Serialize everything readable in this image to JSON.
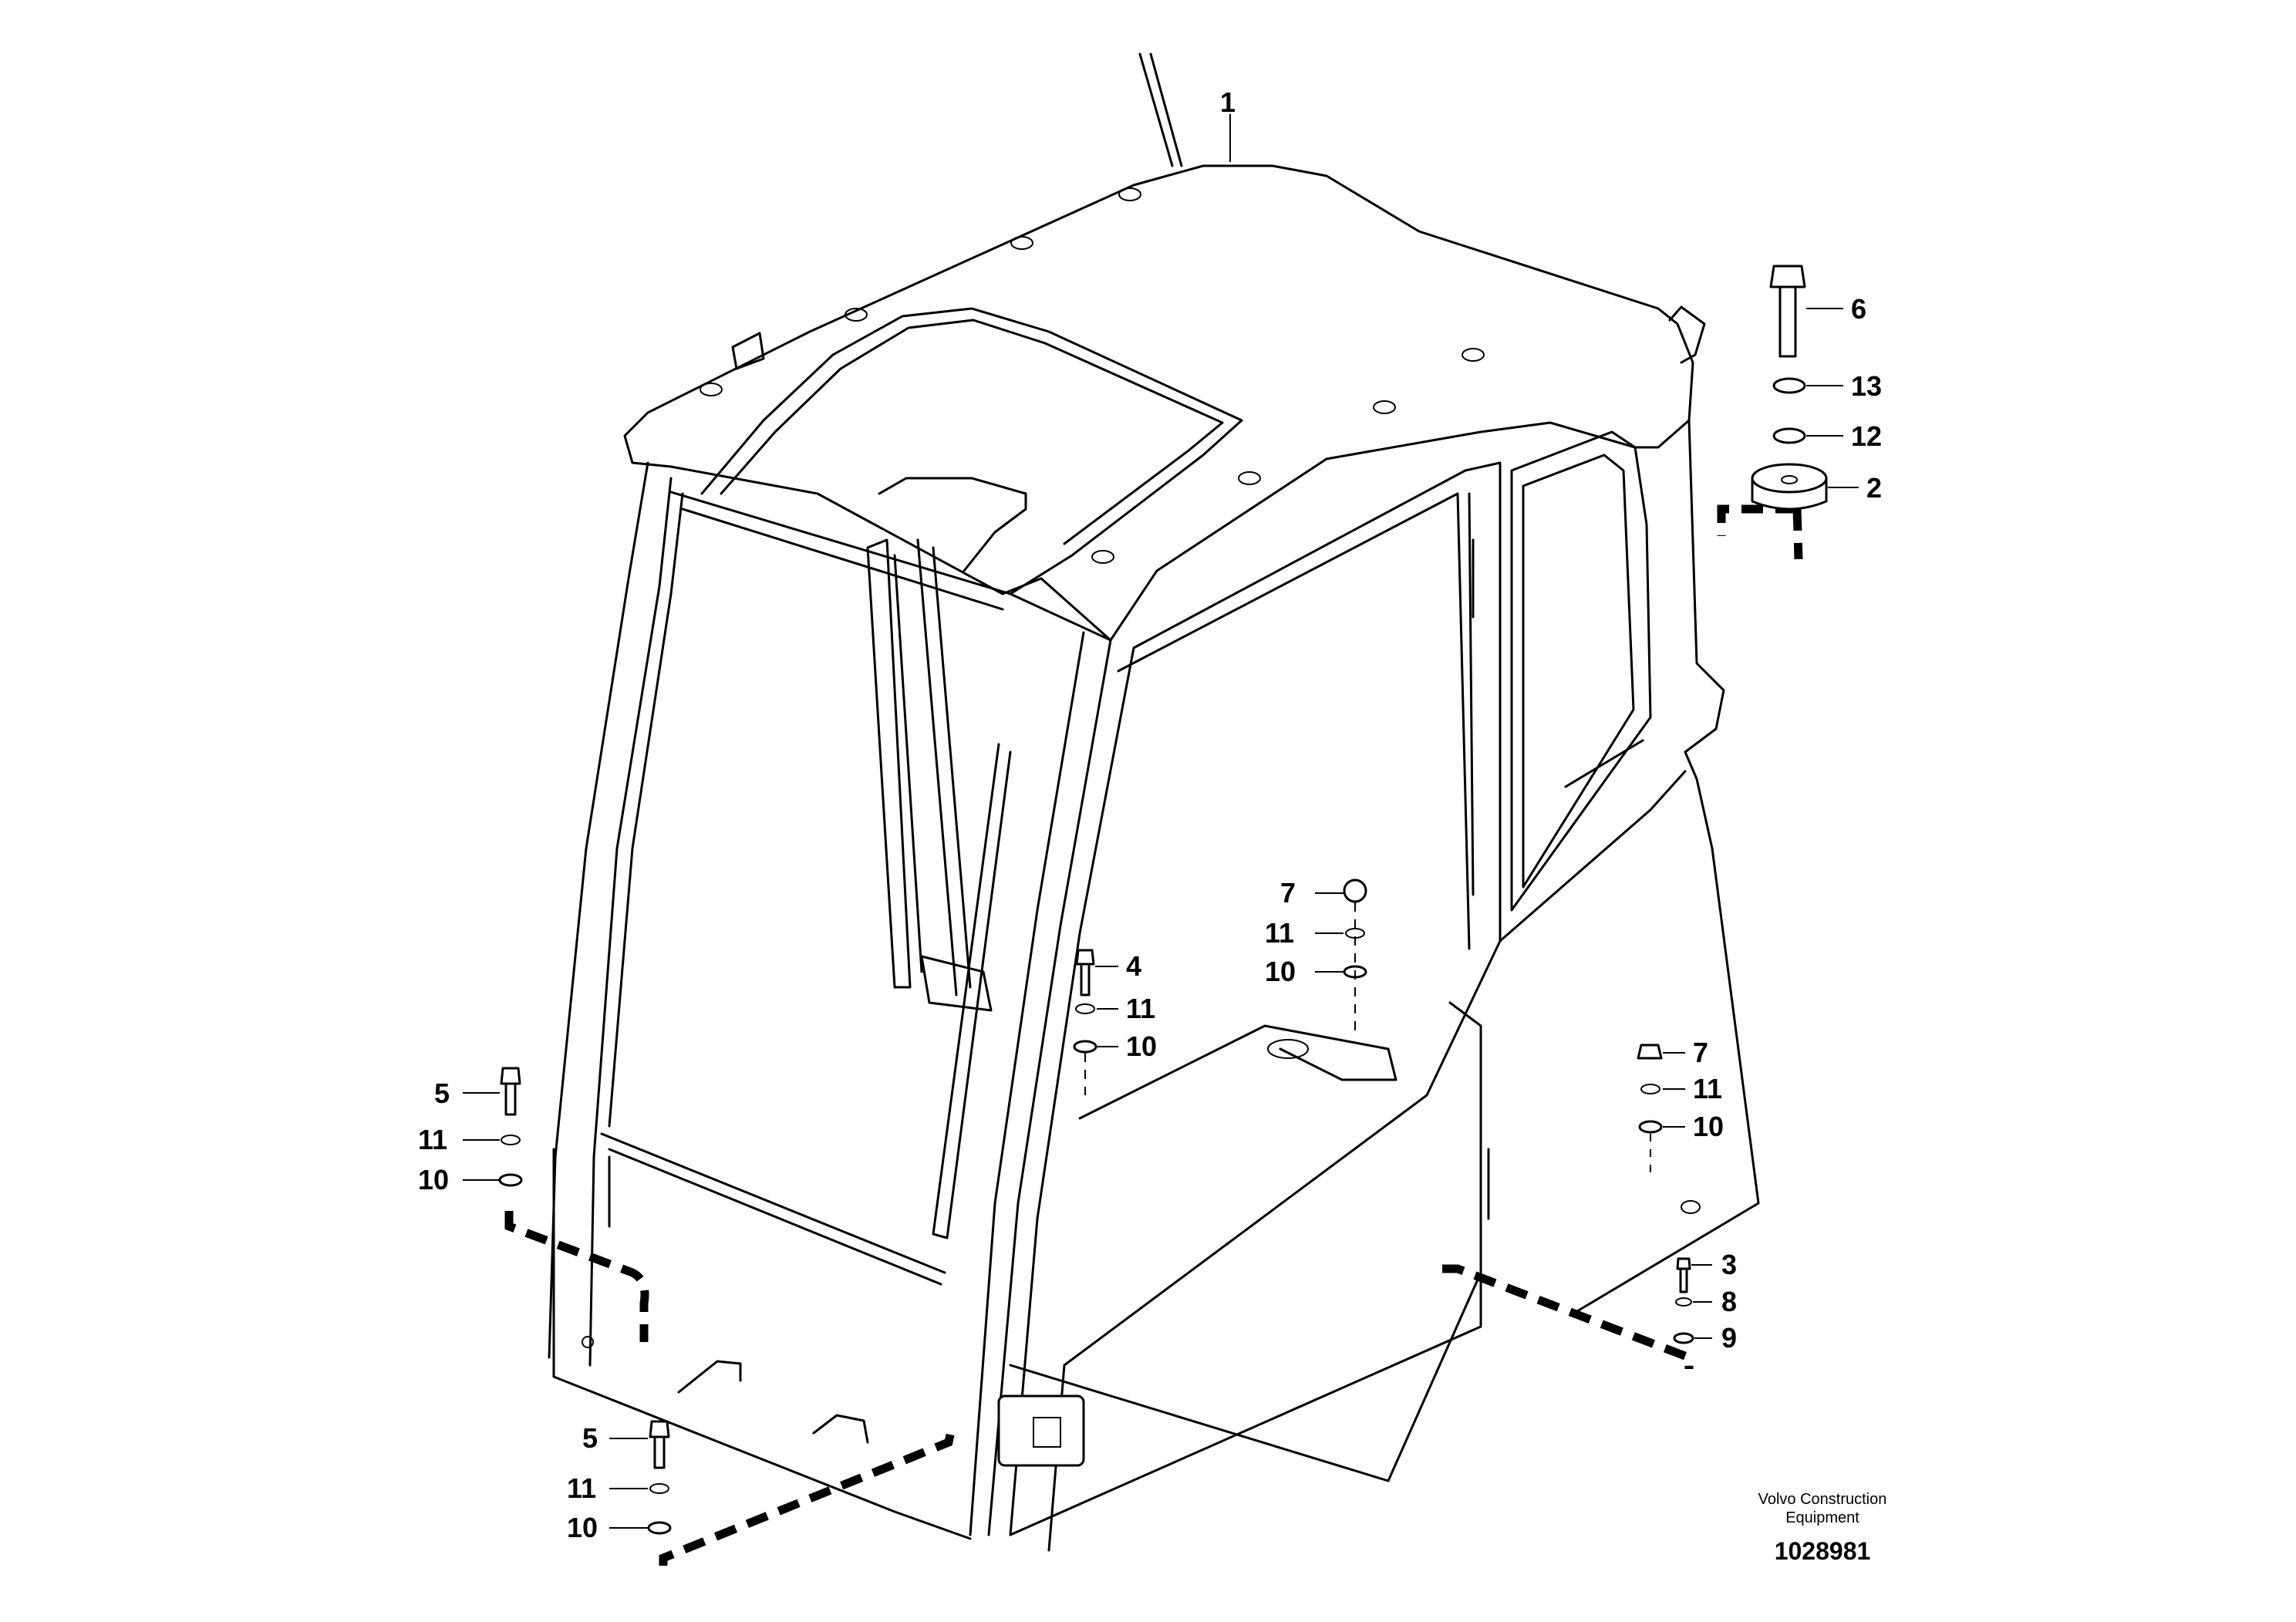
{
  "callouts": [
    {
      "number": "1"
    },
    {
      "number": "2"
    },
    {
      "number": "3"
    },
    {
      "number": "4"
    },
    {
      "number": "5"
    },
    {
      "number": "5"
    },
    {
      "number": "6"
    },
    {
      "number": "7"
    },
    {
      "number": "7"
    },
    {
      "number": "8"
    },
    {
      "number": "9"
    },
    {
      "number": "10"
    },
    {
      "number": "10"
    },
    {
      "number": "10"
    },
    {
      "number": "10"
    },
    {
      "number": "10"
    },
    {
      "number": "11"
    },
    {
      "number": "11"
    },
    {
      "number": "11"
    },
    {
      "number": "11"
    },
    {
      "number": "11"
    },
    {
      "number": "12"
    },
    {
      "number": "13"
    }
  ],
  "footer": {
    "brand_line1": "Volvo Construction",
    "brand_line2": "Equipment",
    "doc_number": "1028981"
  }
}
